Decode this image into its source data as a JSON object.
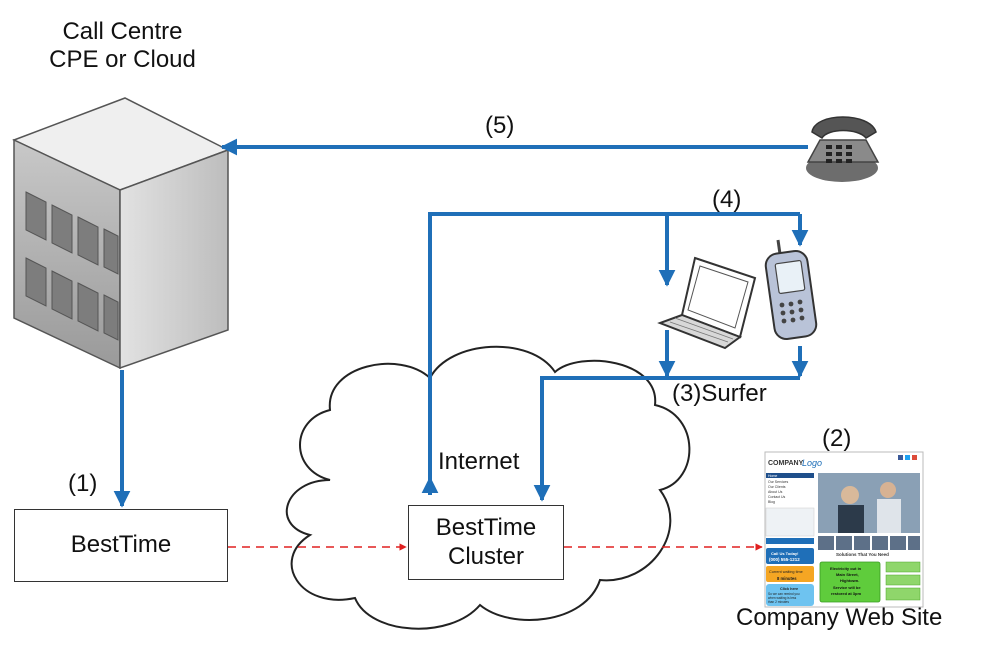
{
  "labels": {
    "call_centre_line1": "Call Centre",
    "call_centre_line2": "CPE or Cloud",
    "step1": "(1)",
    "step2": "(2)",
    "step3_surfer": "(3)Surfer",
    "step4": "(4)",
    "step5": "(5)",
    "internet": "Internet",
    "besttime": "BestTime",
    "cluster_line1": "BestTime",
    "cluster_line2": "Cluster",
    "company_web_site": "Company Web Site"
  },
  "website_thumbnail": {
    "logo_a": "COMPANY",
    "logo_b": "Logo",
    "nav": [
      "Home",
      "Our Services",
      "Our Clients",
      "About Us",
      "Contact Us",
      "Blog"
    ],
    "headline": "Solutions That You Need",
    "call_box_a": "Call Us Today!",
    "call_box_b": "(000) 555-1212",
    "wait_a": "Current waiting time",
    "wait_b": "8 minutes",
    "notice_a": "Electricity out in",
    "notice_b": "Main Street,",
    "notice_c": "Hightown.",
    "notice_d": "Service will be",
    "notice_e": "restored at 3pm",
    "callback_a": "Click here",
    "callback_b": "So we can remind you",
    "callback_c": "when waiting is less",
    "callback_d": "than 2 minutes"
  },
  "colors": {
    "flow_line": "#1f6fb8",
    "dashed_flow": "#e02020",
    "building_front": "#a9a9a9",
    "building_side": "#d4d4d4"
  }
}
